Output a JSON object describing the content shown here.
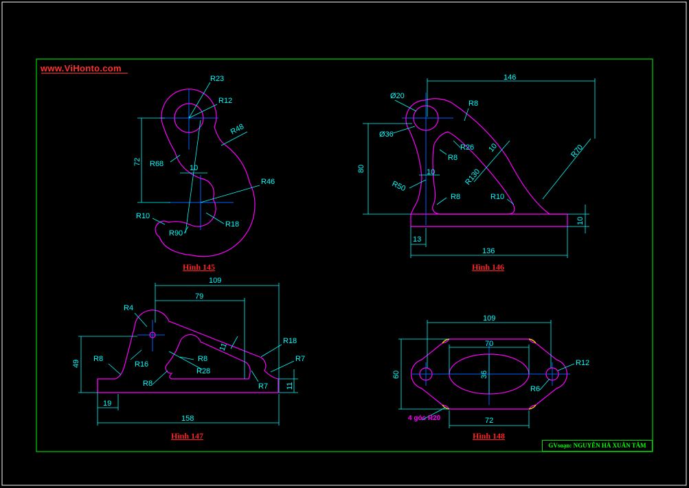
{
  "watermark": {
    "site": "www.ViHonto.com"
  },
  "author_label": "GVsoạn: NGUYỄN HÀ XUÂN TÂM",
  "colors": {
    "frame": "#00ff00",
    "part": "#ff00ff",
    "dimension": "#00ffff",
    "centerline": "#0060ff",
    "caption": "#ff2020",
    "highlight": "#ffcc00"
  },
  "figures": [
    {
      "caption": "Hình 145",
      "dims": [
        "R23",
        "R12",
        "R48",
        "72",
        "R68",
        "10",
        "R46",
        "R10",
        "R18",
        "R90"
      ]
    },
    {
      "caption": "Hình 146",
      "dims": [
        "146",
        "Ø20",
        "R8",
        "Ø36",
        "R26",
        "10",
        "R70",
        "80",
        "R8",
        "R130",
        "10",
        "R50",
        "R8",
        "R10",
        "10",
        "13",
        "136"
      ]
    },
    {
      "caption": "Hình 147",
      "dims": [
        "109",
        "79",
        "R4",
        "R18",
        "11",
        "49",
        "R8",
        "R16",
        "R8",
        "R28",
        "R8",
        "R7",
        "R7",
        "11",
        "19",
        "158"
      ]
    },
    {
      "caption": "Hình 148",
      "dims": [
        "109",
        "70",
        "R12",
        "60",
        "36",
        "R6",
        "4 góc R20",
        "72"
      ]
    }
  ]
}
